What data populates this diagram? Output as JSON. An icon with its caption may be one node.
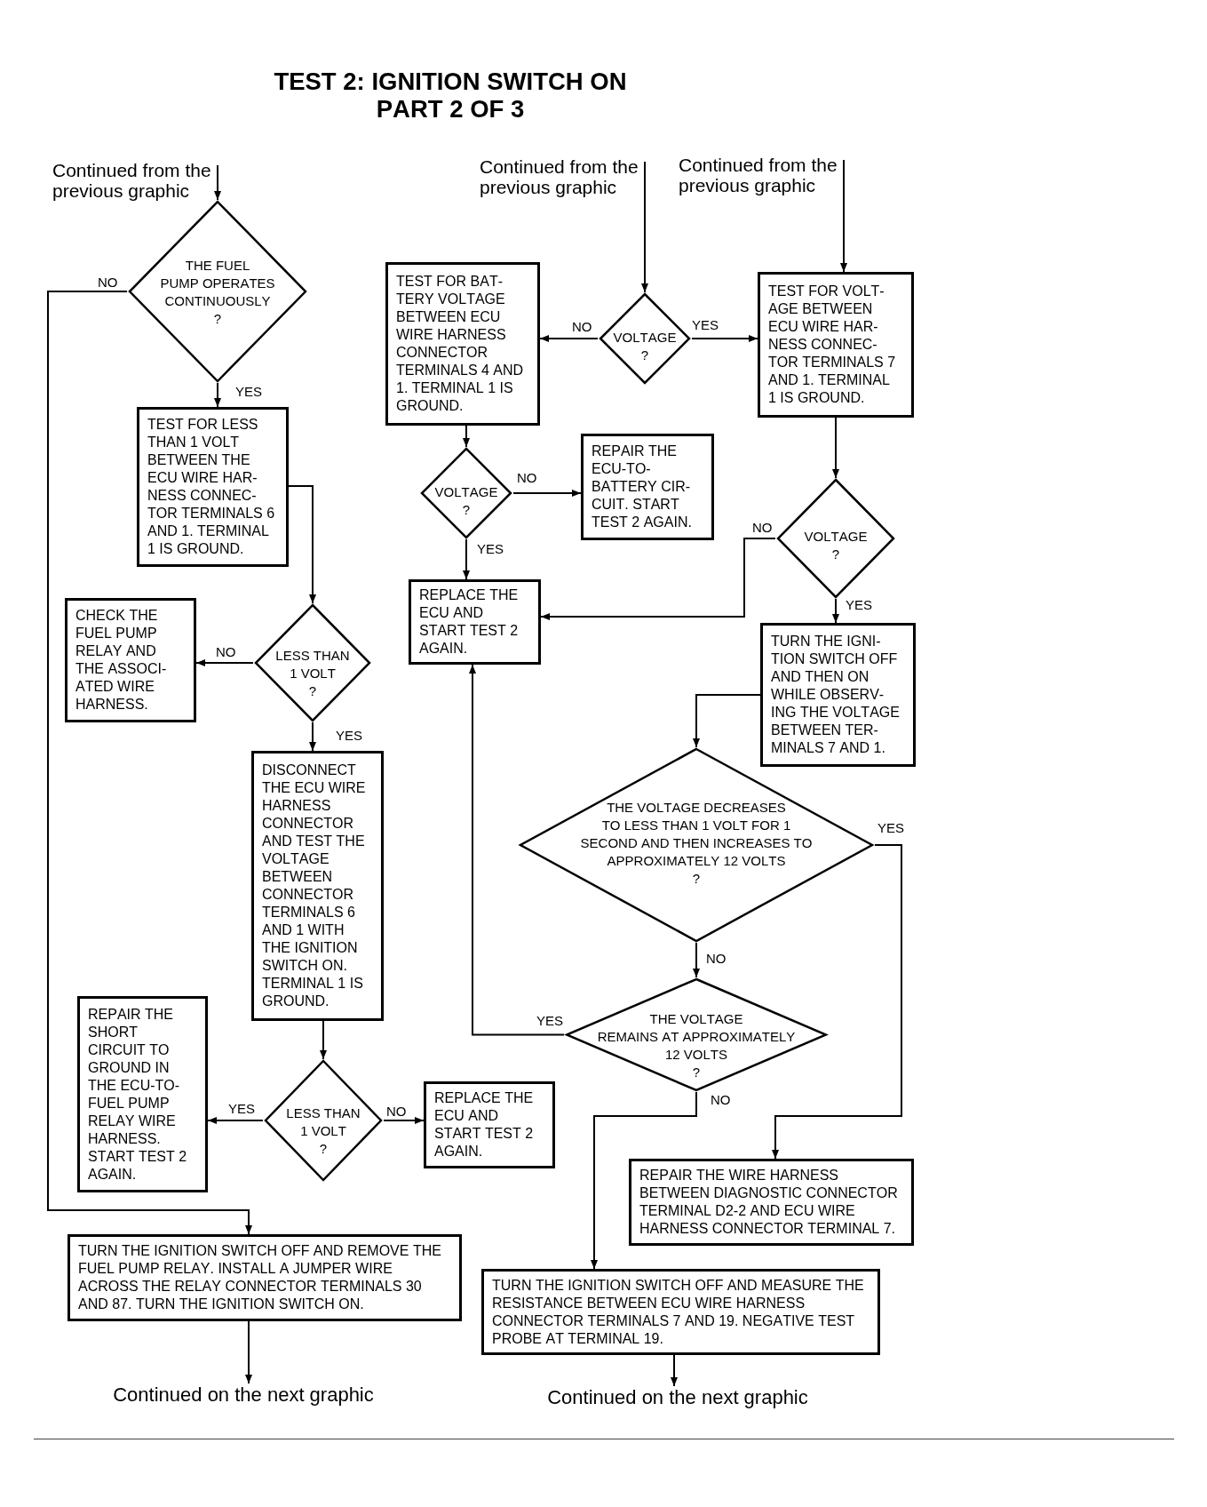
{
  "diagram": {
    "title": "TEST 2: IGNITION SWITCH ON PART 2 OF 3",
    "nodes": [
      {
        "text": [
          "Continued from the previous graphic"
        ]
      },
      {
        "text": [
          "Continued from the previous graphic"
        ]
      },
      {
        "text": [
          "Continued from the previous graphic"
        ]
      },
      {
        "text": [
          "THE FUEL PUMP OPERATES CONTINUOUSLY",
          "?"
        ]
      },
      {
        "text": [
          "TEST FOR BAT- TERY VOLTAGE BETWEEN ECU WIRE HARNESS CONNECTOR TERMINALS 4 AND 1. TERMINAL 1 IS GROUND."
        ]
      },
      {
        "text": [
          "VOLTAGE",
          "?"
        ]
      },
      {
        "text": [
          "TEST FOR VOLT- AGE BETWEEN ECU WIRE HAR- NESS CONNEC- TOR TERMINALS 7 AND 1. TERMINAL 1 IS GROUND."
        ]
      },
      {
        "text": [
          "TEST FOR LESS THAN 1 VOLT BETWEEN THE ECU WIRE HAR- NESS CONNEC- TOR TERMINALS 6 AND 1. TERMINAL 1 IS GROUND."
        ]
      },
      {
        "text": [
          "VOLTAGE",
          "?"
        ]
      },
      {
        "text": [
          "REPAIR THE ECU-TO- BATTERY CIR- CUIT. START TEST 2 AGAIN."
        ]
      },
      {
        "text": [
          "VOLTAGE",
          "?"
        ]
      },
      {
        "text": [
          "REPLACE THE ECU AND START TEST 2 AGAIN."
        ]
      },
      {
        "text": [
          "CHECK THE FUEL PUMP RELAY AND THE ASSOCI- ATED WIRE HARNESS."
        ]
      },
      {
        "text": [
          "LESS THAN 1 VOLT",
          "?"
        ]
      },
      {
        "text": [
          "TURN THE IGNI- TION SWITCH OFF AND THEN ON WHILE OBSERV- ING THE VOLTAGE BETWEEN TER- MINALS 7 AND 1."
        ]
      },
      {
        "text": [
          "DISCONNECT THE ECU WIRE HARNESS CONNECTOR AND TEST THE VOLTAGE BETWEEN CONNECTOR TERMINALS 6 AND 1 WITH THE IGNITION SWITCH ON. TERMINAL 1 IS GROUND."
        ]
      },
      {
        "text": [
          "THE VOLTAGE DECREASES TO LESS THAN 1 VOLT FOR 1 SECOND AND THEN INCREASES TO APPROXIMATELY 12 VOLTS",
          "?"
        ]
      },
      {
        "text": [
          "THE VOLTAGE REMAINS AT APPROXIMATELY 12 VOLTS",
          "?"
        ]
      },
      {
        "text": [
          "REPAIR THE SHORT CIRCUIT TO GROUND IN THE ECU-TO- FUEL PUMP RELAY WIRE HARNESS. START TEST 2 AGAIN."
        ]
      },
      {
        "text": [
          "LESS THAN 1 VOLT",
          "?"
        ]
      },
      {
        "text": [
          "REPLACE THE ECU AND START TEST 2 AGAIN."
        ]
      },
      {
        "text": [
          "REPAIR THE WIRE HARNESS BETWEEN DIAGNOSTIC CONNECTOR TERMINAL D2-2 AND ECU WIRE HARNESS CONNECTOR TERMINAL 7."
        ]
      },
      {
        "text": [
          "TURN THE IGNITION SWITCH OFF AND REMOVE THE FUEL PUMP RELAY. INSTALL A JUMPER WIRE ACROSS THE RELAY CONNECTOR TERMINALS 30 AND 87. TURN THE IGNITION SWITCH ON."
        ]
      },
      {
        "text": [
          "TURN THE IGNITION SWITCH OFF AND MEASURE THE RESISTANCE BETWEEN ECU WIRE HARNESS CONNECTOR TERMINALS 7 AND 19. NEGATIVE TEST PROBE AT TERMINAL 19."
        ]
      },
      {
        "text": [
          "Continued on the next graphic"
        ]
      },
      {
        "text": [
          "Continued on the next graphic"
        ]
      }
    ],
    "edges": [
      {
        "from": 0,
        "to": 3,
        "arrow": "to"
      },
      {
        "from": 1,
        "to": 5,
        "arrow": "to"
      },
      {
        "from": 2,
        "to": 6,
        "arrow": "to"
      },
      {
        "from": 3,
        "to": 7,
        "arrow": "to",
        "label": "YES"
      },
      {
        "from": 3,
        "to": 22,
        "arrow": "to",
        "label": "NO"
      },
      {
        "from": 5,
        "to": 4,
        "arrow": "to",
        "label": "NO"
      },
      {
        "from": 5,
        "to": 6,
        "arrow": "to",
        "label": "YES"
      },
      {
        "from": 4,
        "to": 8,
        "arrow": "to"
      },
      {
        "from": 8,
        "to": 9,
        "arrow": "to",
        "label": "NO"
      },
      {
        "from": 8,
        "to": 11,
        "arrow": "to",
        "label": "YES"
      },
      {
        "from": 6,
        "to": 10,
        "arrow": "to"
      },
      {
        "from": 10,
        "to": 11,
        "arrow": "to",
        "label": "NO"
      },
      {
        "from": 10,
        "to": 14,
        "arrow": "to",
        "label": "YES"
      },
      {
        "from": 7,
        "to": 13,
        "arrow": "to"
      },
      {
        "from": 13,
        "to": 12,
        "arrow": "to",
        "label": "NO"
      },
      {
        "from": 13,
        "to": 15,
        "arrow": "to",
        "label": "YES"
      },
      {
        "from": 14,
        "to": 16,
        "arrow": "to"
      },
      {
        "from": 16,
        "to": 17,
        "arrow": "to",
        "label": "NO"
      },
      {
        "from": 16,
        "to": 21,
        "arrow": "to",
        "label": "YES"
      },
      {
        "from": 17,
        "to": 11,
        "arrow": "to",
        "label": "YES"
      },
      {
        "from": 17,
        "to": 23,
        "arrow": "to",
        "label": "NO"
      },
      {
        "from": 15,
        "to": 19,
        "arrow": "to"
      },
      {
        "from": 19,
        "to": 18,
        "arrow": "to",
        "label": "YES"
      },
      {
        "from": 19,
        "to": 20,
        "arrow": "to",
        "label": "NO"
      },
      {
        "from": 22,
        "to": 24,
        "arrow": "to"
      },
      {
        "from": 23,
        "to": 25,
        "arrow": "to"
      }
    ]
  }
}
